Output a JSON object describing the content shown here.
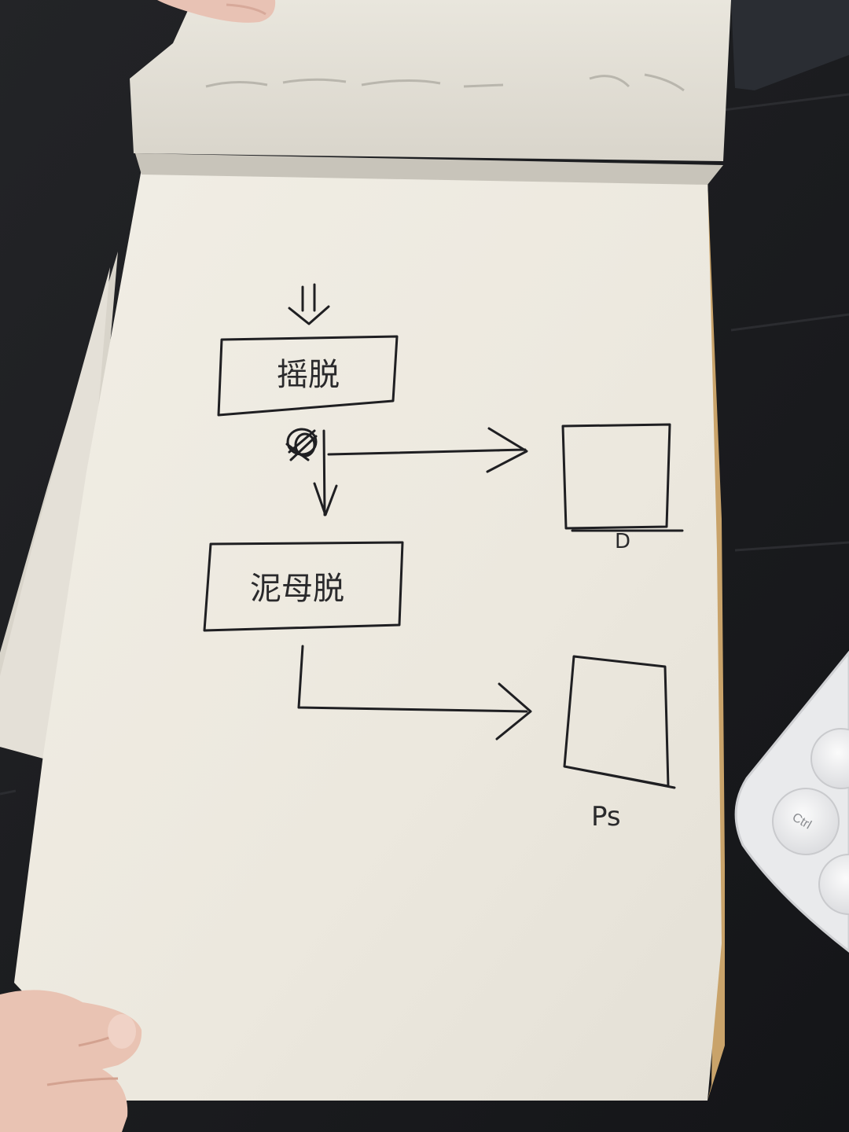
{
  "diagram": {
    "box1_label": "摇脱",
    "box2_label": "泥母脱",
    "output1_label": "D",
    "output2_label": "Ps",
    "ink_color": "#1f1f22",
    "paper_color": "#f2efe6"
  },
  "keyboard": {
    "key_ctrl_label": "Ctrl"
  }
}
